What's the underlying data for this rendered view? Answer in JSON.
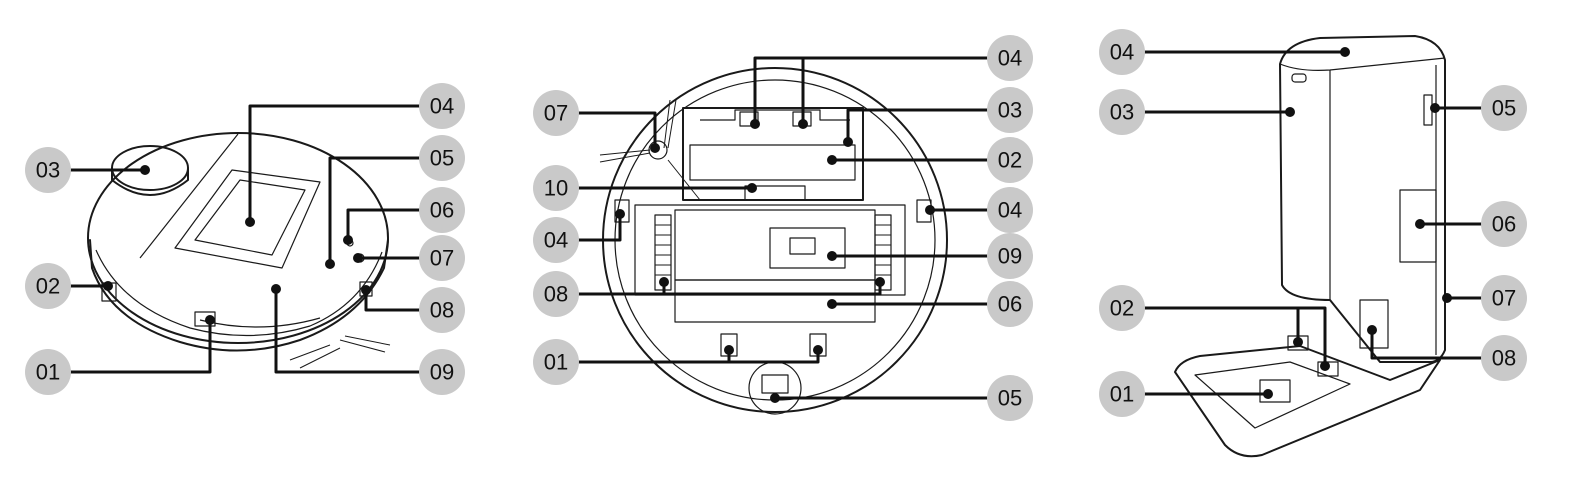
{
  "figures": {
    "top_view": {
      "badges": [
        "01",
        "02",
        "03",
        "04",
        "05",
        "06",
        "07",
        "08",
        "09"
      ]
    },
    "bottom_view": {
      "badges": [
        "01",
        "02",
        "03",
        "04",
        "04",
        "04",
        "05",
        "06",
        "07",
        "08",
        "09",
        "10"
      ]
    },
    "dock_view": {
      "badges": [
        "01",
        "02",
        "03",
        "04",
        "05",
        "06",
        "07",
        "08"
      ]
    }
  },
  "colors": {
    "badge_fill": "#c9c9c9",
    "line": "#111111"
  }
}
